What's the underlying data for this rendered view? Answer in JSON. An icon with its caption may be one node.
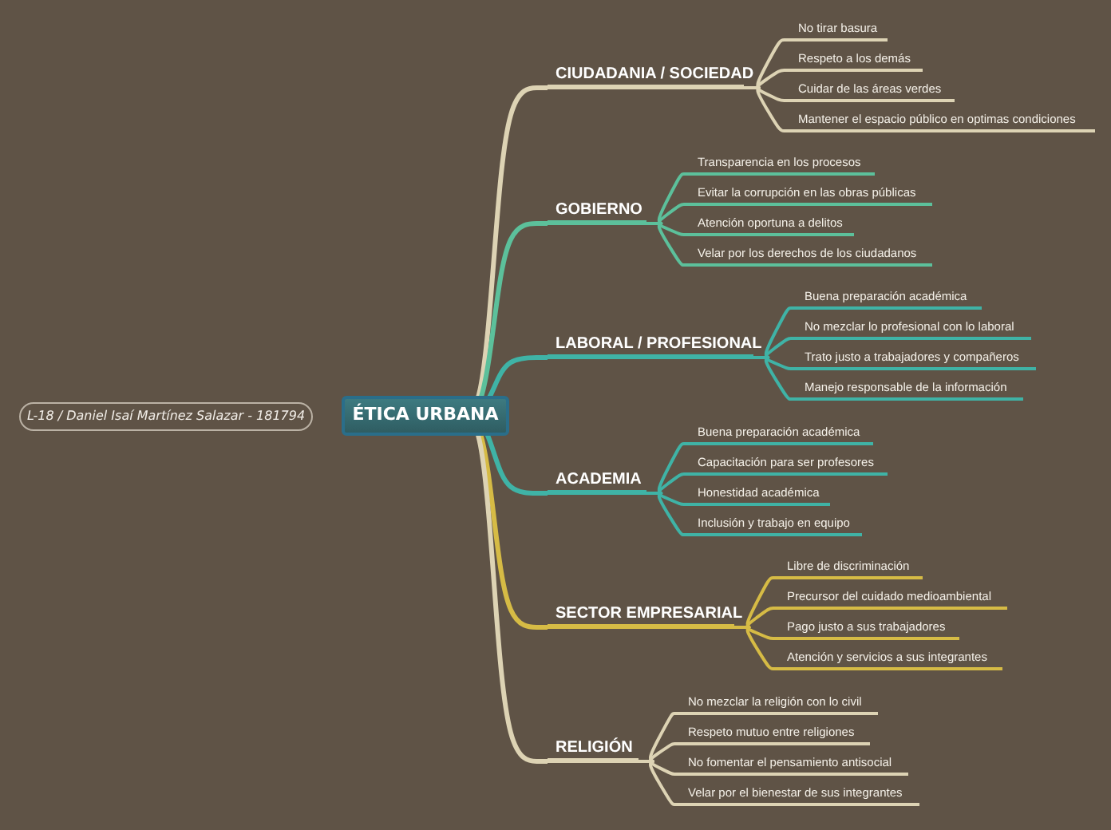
{
  "diagram": {
    "nodes": [
      {
        "text": [
          "ÉTICA URBANA"
        ]
      },
      {
        "text": [
          "L-18 / Daniel Isaí Martínez Salazar - 181794"
        ]
      },
      {
        "text": [
          "CIUDADANIA / SOCIEDAD"
        ]
      },
      {
        "text": [
          "No tirar basura"
        ]
      },
      {
        "text": [
          "Respeto a los demás"
        ]
      },
      {
        "text": [
          "Cuidar de las áreas verdes"
        ]
      },
      {
        "text": [
          "Mantener el espacio público en optimas condiciones"
        ]
      },
      {
        "text": [
          "GOBIERNO"
        ]
      },
      {
        "text": [
          "Transparencia en los procesos"
        ]
      },
      {
        "text": [
          "Evitar la corrupción en las obras públicas"
        ]
      },
      {
        "text": [
          "Atención oportuna a delitos"
        ]
      },
      {
        "text": [
          "Velar por los derechos de los ciudadanos"
        ]
      },
      {
        "text": [
          "LABORAL / PROFESIONAL"
        ]
      },
      {
        "text": [
          "Buena preparación académica"
        ]
      },
      {
        "text": [
          "No mezclar lo profesional con lo laboral"
        ]
      },
      {
        "text": [
          "Trato justo a trabajadores y compañeros"
        ]
      },
      {
        "text": [
          "Manejo responsable de la información"
        ]
      },
      {
        "text": [
          "ACADEMIA"
        ]
      },
      {
        "text": [
          "Buena preparación académica"
        ]
      },
      {
        "text": [
          "Capacitación para ser profesores"
        ]
      },
      {
        "text": [
          "Honestidad académica"
        ]
      },
      {
        "text": [
          "Inclusión y trabajo en equipo"
        ]
      },
      {
        "text": [
          "SECTOR EMPRESARIAL"
        ]
      },
      {
        "text": [
          "Libre de discriminación"
        ]
      },
      {
        "text": [
          "Precursor del cuidado medioambiental"
        ]
      },
      {
        "text": [
          "Pago justo a sus trabajadores"
        ]
      },
      {
        "text": [
          "Atención y servicios a sus integrantes"
        ]
      },
      {
        "text": [
          "RELIGIÓN"
        ]
      },
      {
        "text": [
          "No mezclar la religión con lo civil"
        ]
      },
      {
        "text": [
          "Respeto mutuo entre religiones"
        ]
      },
      {
        "text": [
          "No fomentar el pensamiento antisocial"
        ]
      },
      {
        "text": [
          "Velar por el bienestar de sus integrantes"
        ]
      }
    ],
    "edges": [
      {
        "from": 0,
        "to": 2,
        "arrow": "none",
        "color": "#ddd3b4"
      },
      {
        "from": 2,
        "to": 3,
        "arrow": "none",
        "color": "#ddd3b4"
      },
      {
        "from": 2,
        "to": 4,
        "arrow": "none",
        "color": "#ddd3b4"
      },
      {
        "from": 2,
        "to": 5,
        "arrow": "none",
        "color": "#ddd3b4"
      },
      {
        "from": 2,
        "to": 6,
        "arrow": "none",
        "color": "#ddd3b4"
      },
      {
        "from": 0,
        "to": 7,
        "arrow": "none",
        "color": "#5cc09b"
      },
      {
        "from": 7,
        "to": 8,
        "arrow": "none",
        "color": "#5cc09b"
      },
      {
        "from": 7,
        "to": 9,
        "arrow": "none",
        "color": "#5cc09b"
      },
      {
        "from": 7,
        "to": 10,
        "arrow": "none",
        "color": "#5cc09b"
      },
      {
        "from": 7,
        "to": 11,
        "arrow": "none",
        "color": "#5cc09b"
      },
      {
        "from": 0,
        "to": 12,
        "arrow": "none",
        "color": "#3fb3a6"
      },
      {
        "from": 12,
        "to": 13,
        "arrow": "none",
        "color": "#3fb3a6"
      },
      {
        "from": 12,
        "to": 14,
        "arrow": "none",
        "color": "#3fb3a6"
      },
      {
        "from": 12,
        "to": 15,
        "arrow": "none",
        "color": "#3fb3a6"
      },
      {
        "from": 12,
        "to": 16,
        "arrow": "none",
        "color": "#3fb3a6"
      },
      {
        "from": 0,
        "to": 17,
        "arrow": "none",
        "color": "#3fb3a6"
      },
      {
        "from": 17,
        "to": 18,
        "arrow": "none",
        "color": "#3fb3a6"
      },
      {
        "from": 17,
        "to": 19,
        "arrow": "none",
        "color": "#3fb3a6"
      },
      {
        "from": 17,
        "to": 20,
        "arrow": "none",
        "color": "#3fb3a6"
      },
      {
        "from": 17,
        "to": 21,
        "arrow": "none",
        "color": "#3fb3a6"
      },
      {
        "from": 0,
        "to": 22,
        "arrow": "none",
        "color": "#d6bb45"
      },
      {
        "from": 22,
        "to": 23,
        "arrow": "none",
        "color": "#d6bb45"
      },
      {
        "from": 22,
        "to": 24,
        "arrow": "none",
        "color": "#d6bb45"
      },
      {
        "from": 22,
        "to": 25,
        "arrow": "none",
        "color": "#d6bb45"
      },
      {
        "from": 22,
        "to": 26,
        "arrow": "none",
        "color": "#d6bb45"
      },
      {
        "from": 0,
        "to": 27,
        "arrow": "none",
        "color": "#ddd3b4"
      },
      {
        "from": 27,
        "to": 28,
        "arrow": "none",
        "color": "#ddd3b4"
      },
      {
        "from": 27,
        "to": 29,
        "arrow": "none",
        "color": "#ddd3b4"
      },
      {
        "from": 27,
        "to": 30,
        "arrow": "none",
        "color": "#ddd3b4"
      },
      {
        "from": 27,
        "to": 31,
        "arrow": "none",
        "color": "#ddd3b4"
      }
    ]
  }
}
